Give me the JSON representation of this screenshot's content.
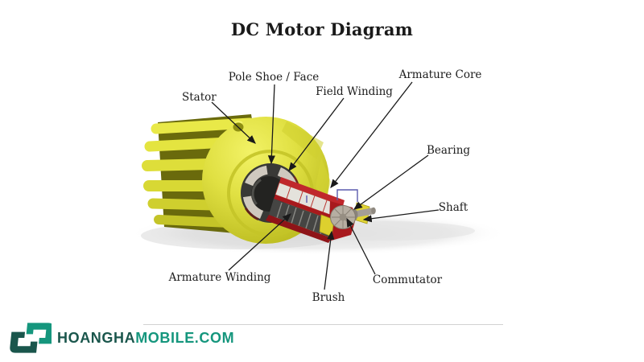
{
  "title": "DC Motor Diagram",
  "diagram": {
    "type": "labeled-illustration",
    "subject": "Cutaway 3D render of a DC motor with yellow finned stator and red armature",
    "labels": [
      {
        "id": "stator",
        "text": "Stator"
      },
      {
        "id": "pole-shoe-face",
        "text": "Pole Shoe / Face"
      },
      {
        "id": "field-winding",
        "text": "Field Winding"
      },
      {
        "id": "armature-core",
        "text": "Armature Core"
      },
      {
        "id": "bearing",
        "text": "Bearing"
      },
      {
        "id": "shaft",
        "text": "Shaft"
      },
      {
        "id": "armature-winding",
        "text": "Armature Winding"
      },
      {
        "id": "brush",
        "text": "Brush"
      },
      {
        "id": "commutator",
        "text": "Commutator"
      }
    ],
    "colors": {
      "stator_yellow": "#dede3a",
      "fin_valley_olive": "#6a6a0c",
      "armature_red": "#b81e22",
      "bore_dark": "#393936",
      "pole_shoe_gray": "#cfc9bf",
      "winding_white": "#e4e2dc",
      "commutator_gray": "#b6aea2",
      "wire_blue": "#5b5bad",
      "label_text": "#1c1c1c"
    }
  },
  "footer": {
    "logo": {
      "icon": "hoangha-h-icon",
      "text_primary": "HOANGHA",
      "text_secondary": "MOBILE.COM",
      "color_primary": "#1a564c",
      "color_secondary": "#15967d"
    }
  }
}
